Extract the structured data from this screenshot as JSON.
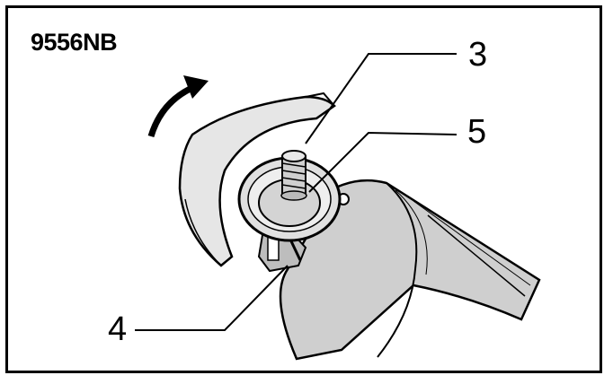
{
  "model": "9556NB",
  "callouts": {
    "c3": "3",
    "c4": "4",
    "c5": "5"
  },
  "colors": {
    "ink": "#000000",
    "paper": "#ffffff",
    "shade": "#d9d9d9"
  }
}
